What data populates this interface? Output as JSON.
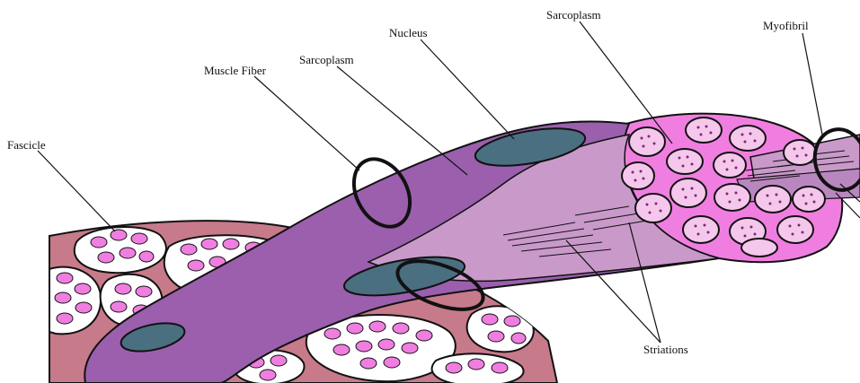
{
  "labels": {
    "fascicle": "Fascicle",
    "muscle_fiber": "Muscle Fiber",
    "sarcoplasm_left": "Sarcoplasm",
    "nucleus": "Nucleus",
    "sarcoplasm_right": "Sarcoplasm",
    "myofibril": "Myofibril",
    "striations": "Striations"
  },
  "colors": {
    "fascicle_tissue": "#c77a8a",
    "fiber_bundle_white": "#ffffff",
    "myofibril_pink": "#f07ee0",
    "fiber_purple": "#9b5fae",
    "sarcoplasm_light": "#c99ac9",
    "nucleus_blue": "#4a6f80",
    "outline": "#111111"
  }
}
